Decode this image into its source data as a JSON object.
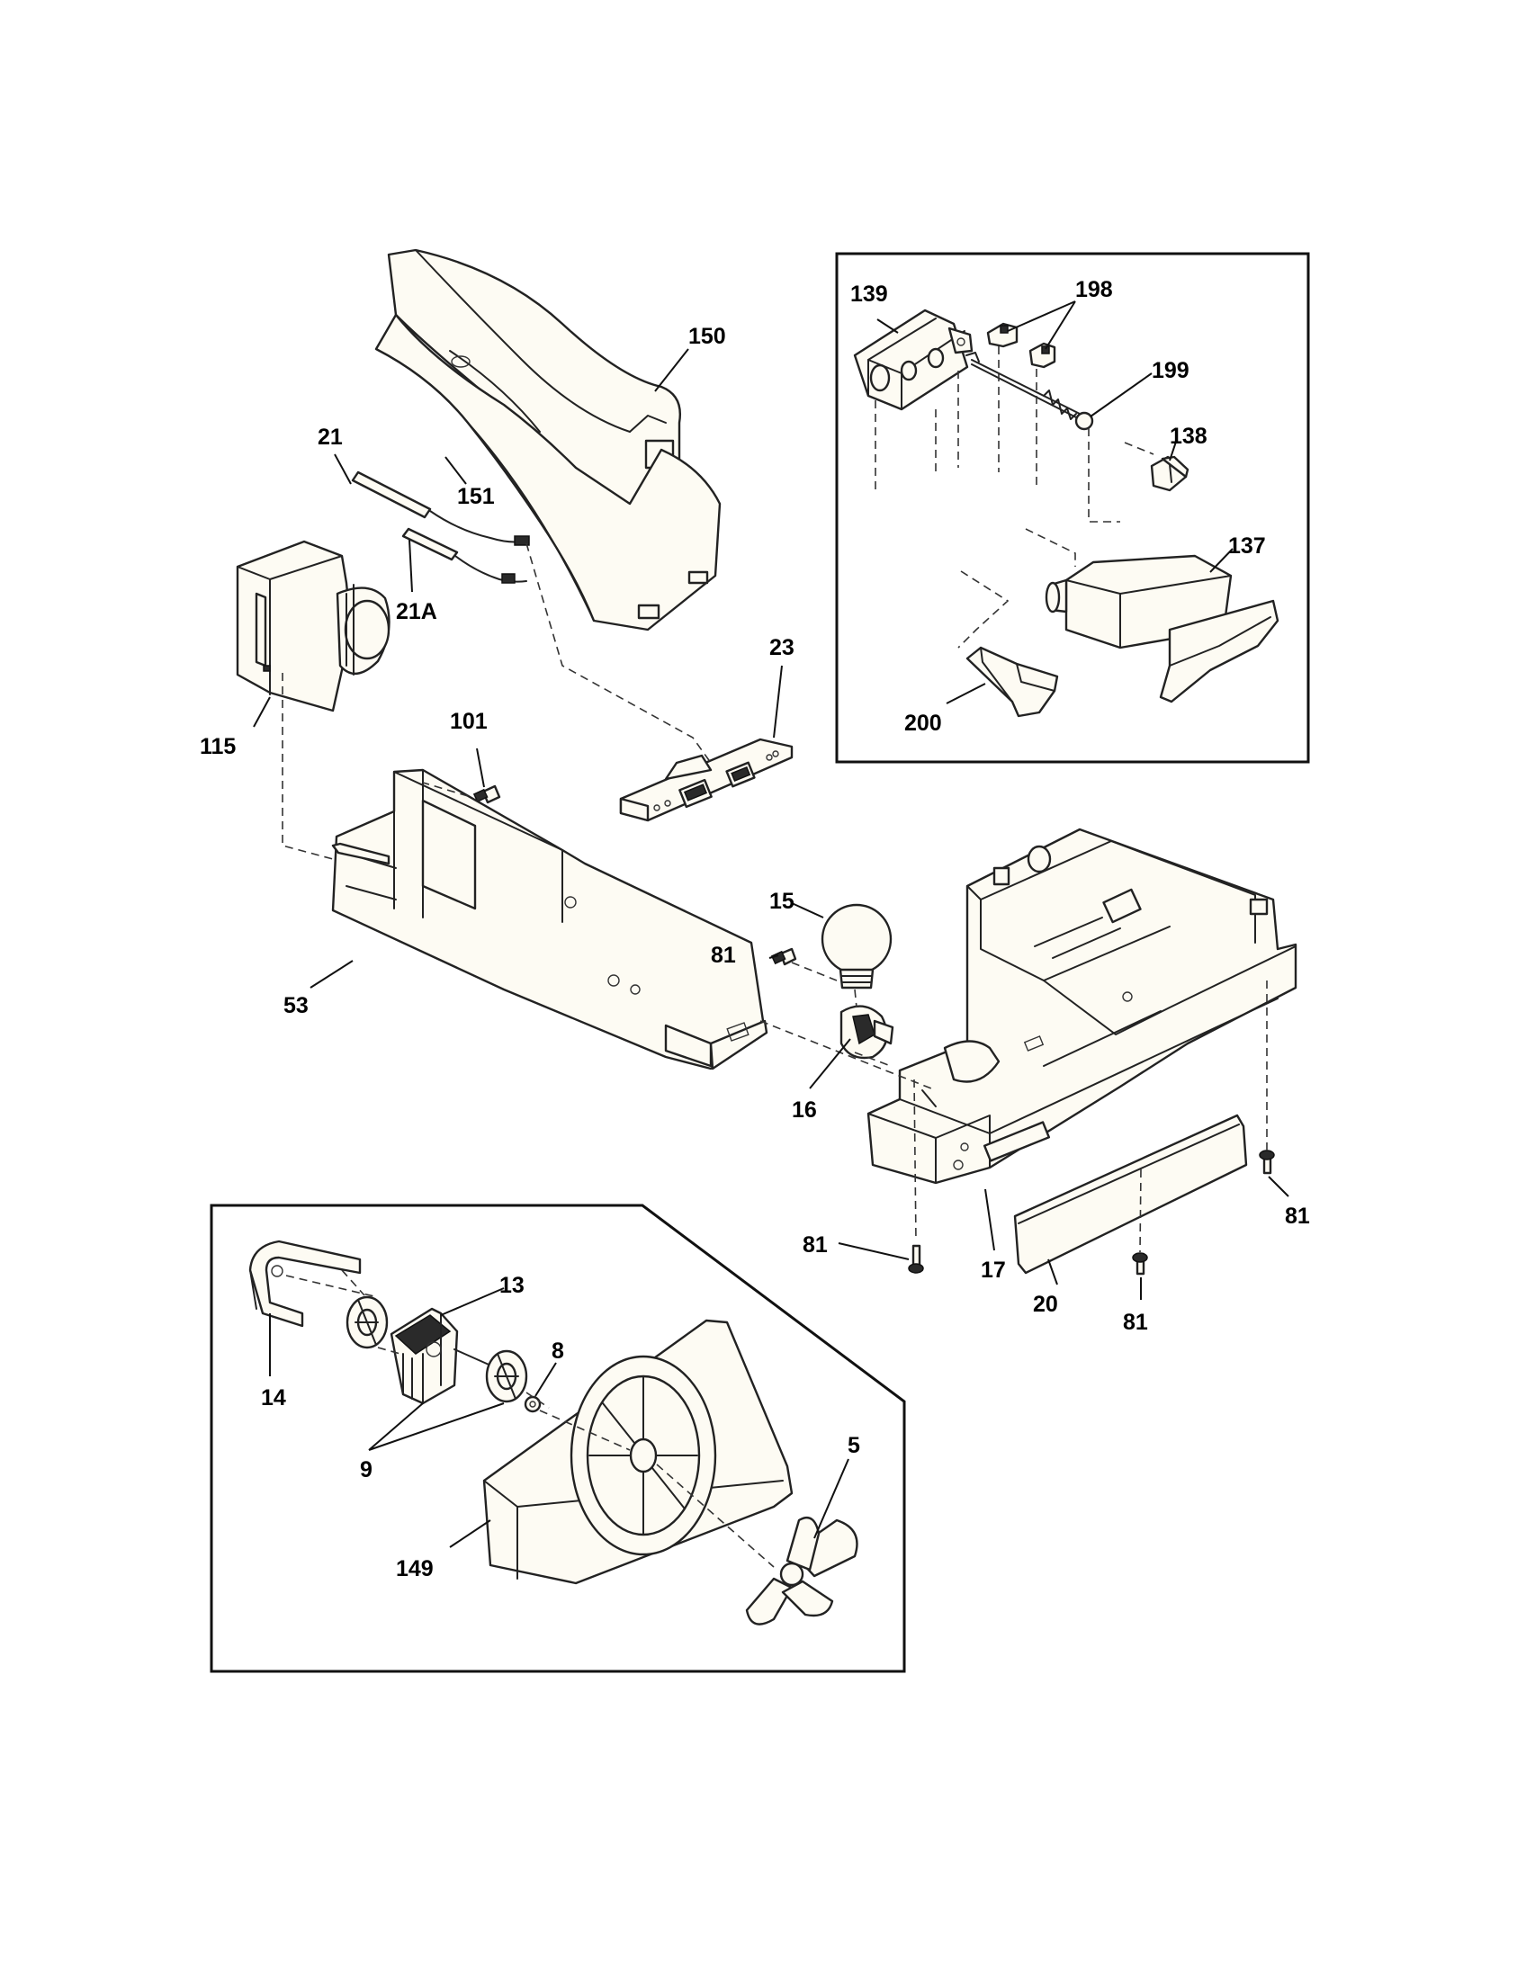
{
  "callouts": {
    "c150": "150",
    "c151": "151",
    "c21": "21",
    "c21a": "21A",
    "c115": "115",
    "c101": "101",
    "c23": "23",
    "c53": "53",
    "c81a": "81",
    "c15": "15",
    "c16": "16",
    "c17": "17",
    "c20": "20",
    "c81b": "81",
    "c81c": "81",
    "c81d": "81",
    "c139": "139",
    "c198": "198",
    "c199": "199",
    "c138": "138",
    "c137": "137",
    "c200": "200",
    "c13": "13",
    "c14": "14",
    "c8": "8",
    "c9": "9",
    "c5": "5",
    "c149": "149"
  }
}
